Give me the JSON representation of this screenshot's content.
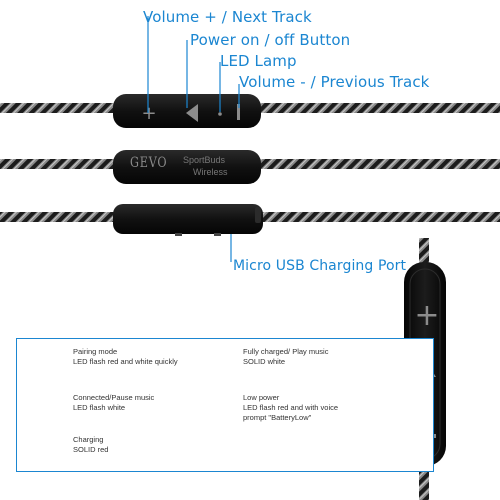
{
  "callouts": {
    "volume_up": "Volume + / Next Track",
    "power": "Power on / off Button",
    "led": "LED Lamp",
    "volume_down": "Volume - / Previous Track",
    "usb": "Micro USB Charging Port"
  },
  "brand": {
    "logo": "GEVO",
    "product_line1": "SportBuds",
    "product_line2": "Wireless"
  },
  "legend": {
    "pairing": {
      "title": "Pairing mode",
      "detail": "LED flash red and white quickly"
    },
    "connected": {
      "title": "Connected/Pause music",
      "detail": "LED flash white"
    },
    "charging": {
      "title": "Charging",
      "detail": "SOLID red"
    },
    "full": {
      "title": "Fully charged/ Play music",
      "detail": "SOLID white"
    },
    "low": {
      "title": "Low power",
      "detail": "LED flash red and with voice",
      "detail2": "prompt  \"BatteryLow\""
    }
  },
  "colors": {
    "accent": "#1b86d1",
    "device": "#121212",
    "led_red": "#e0242a",
    "led_white": "#cfcfcf"
  }
}
